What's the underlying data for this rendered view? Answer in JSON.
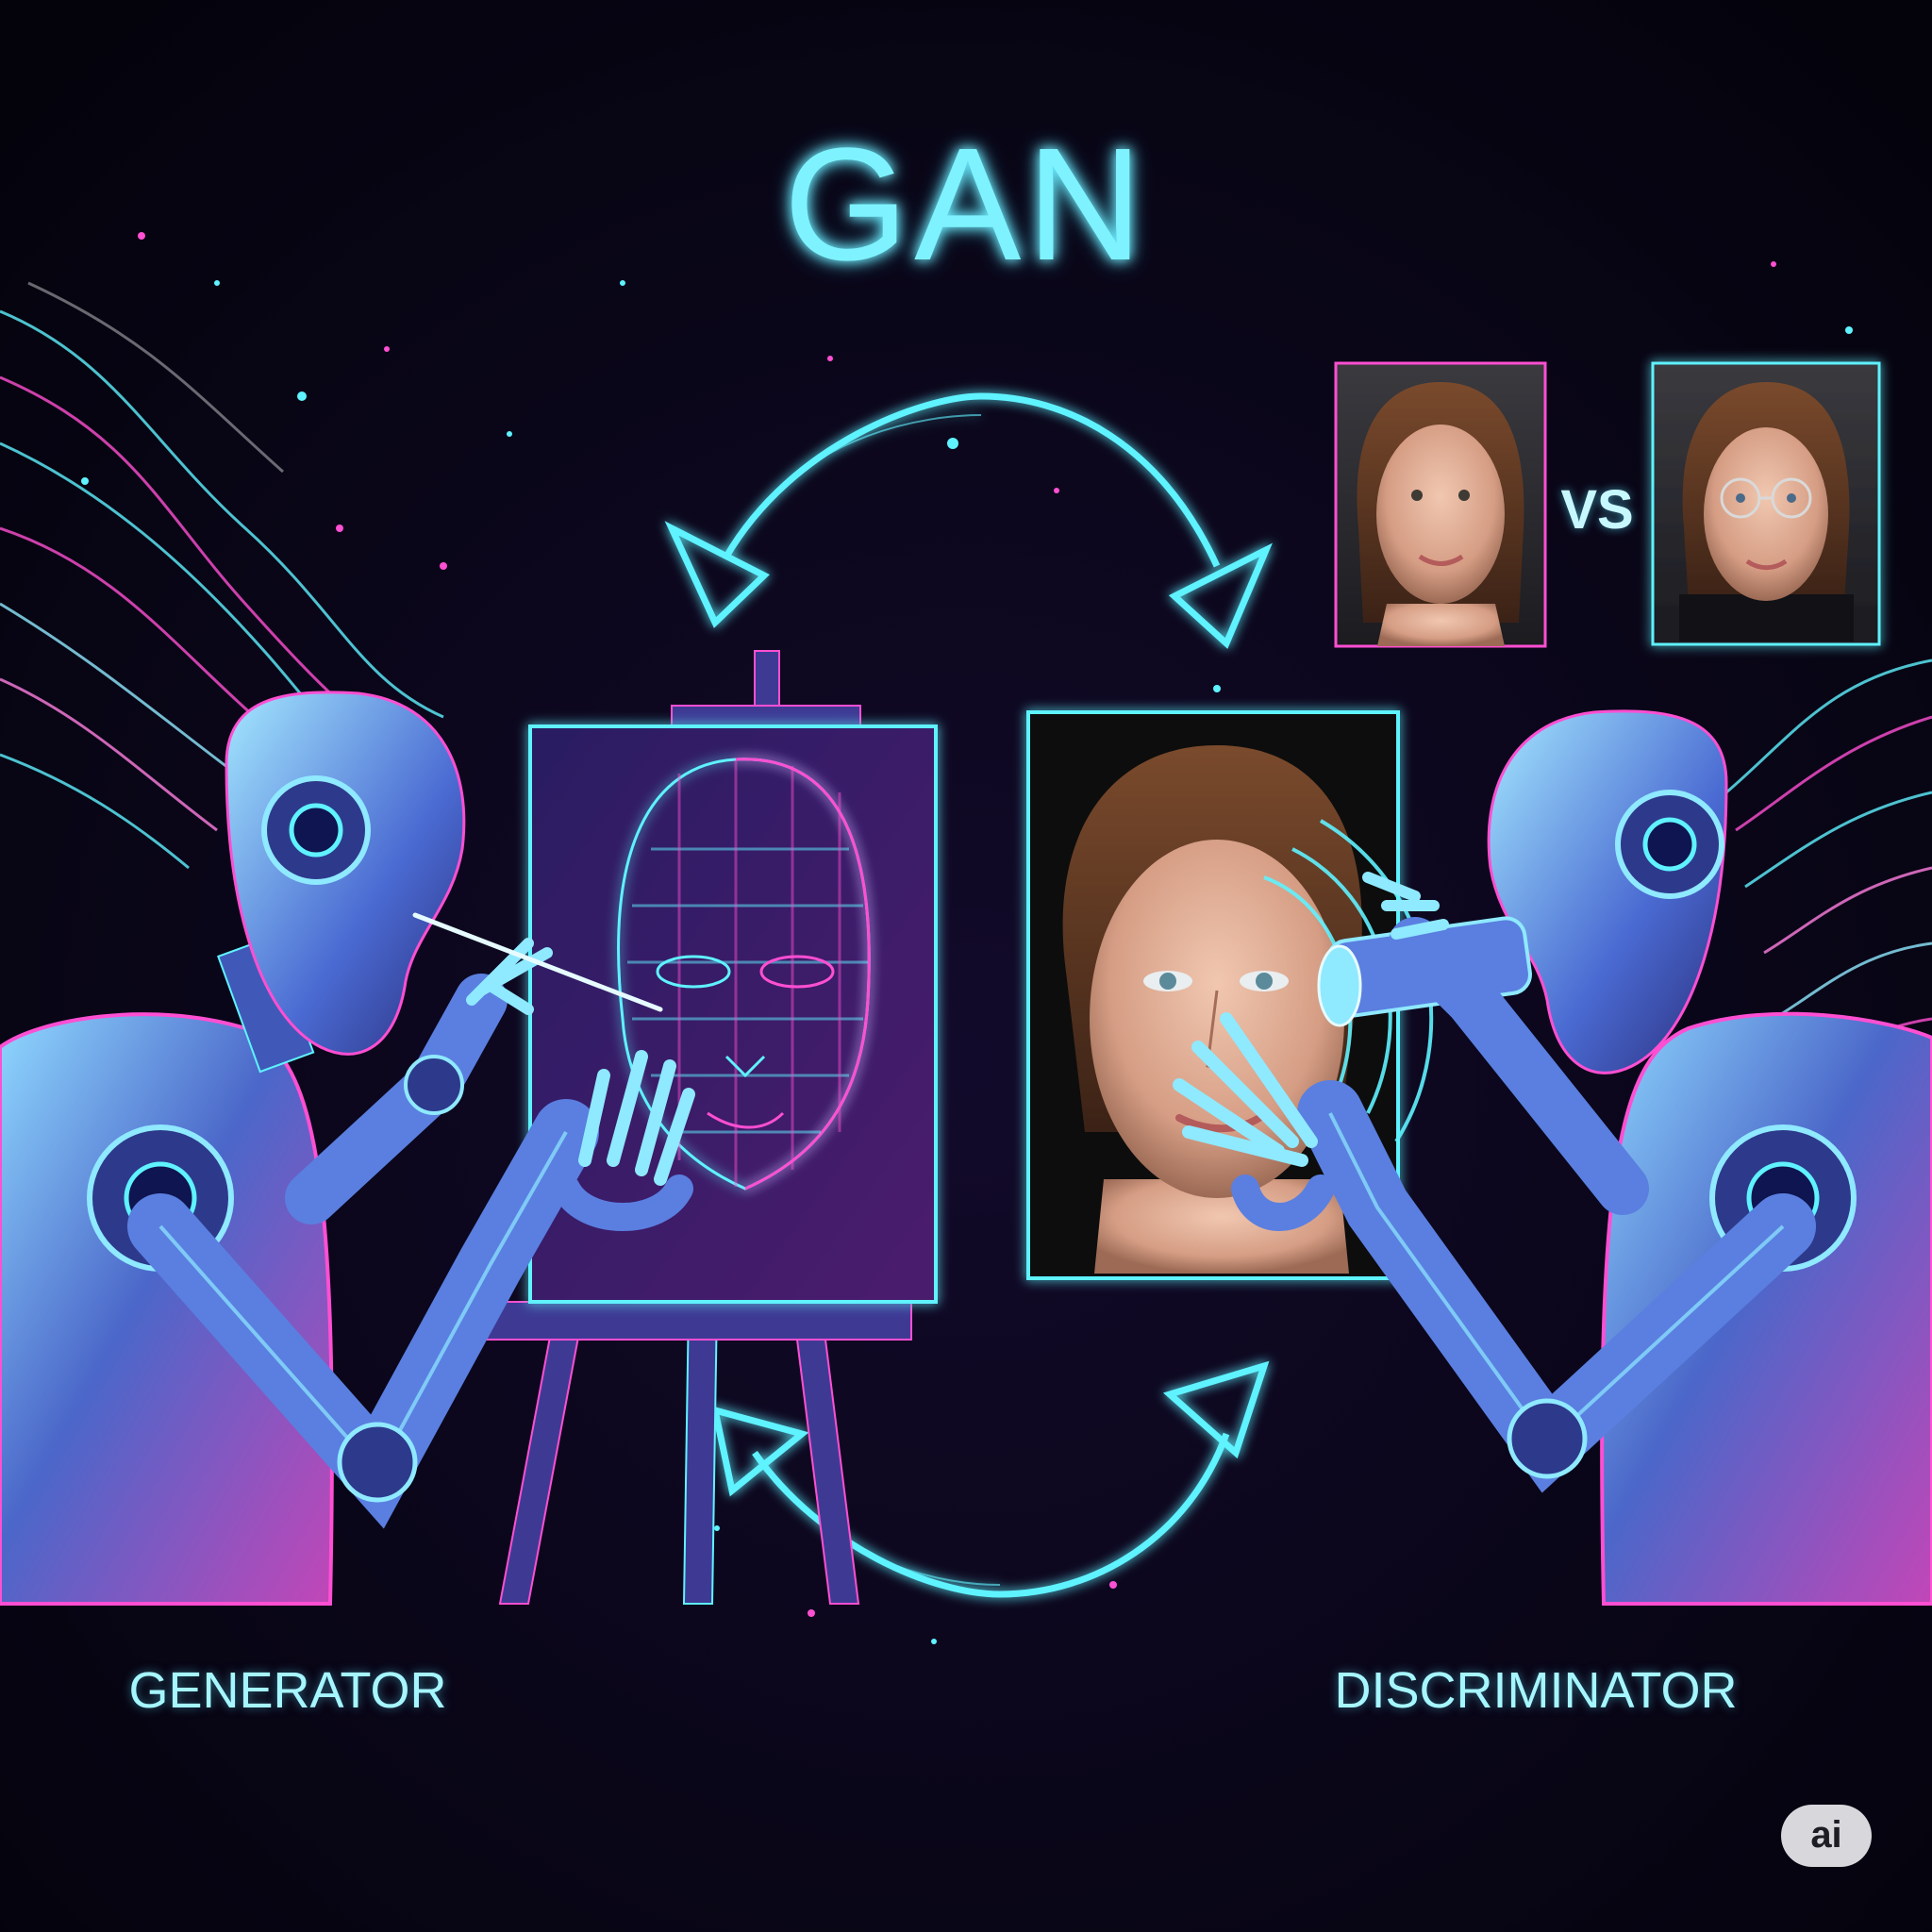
{
  "title": "GAN",
  "vs_label": "VS",
  "generator_label": "GENERATOR",
  "discriminator_label": "DISCRIMINATOR",
  "badge_label": "ai",
  "colors": {
    "cyan": "#5ff2ff",
    "magenta": "#ff4fd2",
    "background": "#060412",
    "robot_blue": "#5a7fe0"
  }
}
